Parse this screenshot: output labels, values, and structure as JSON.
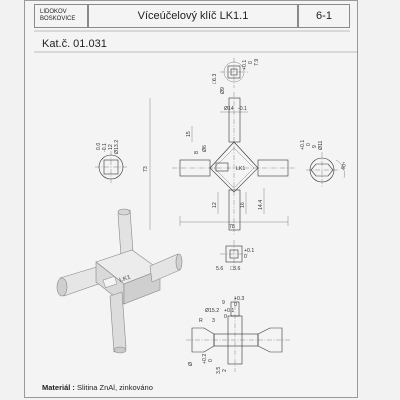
{
  "header": {
    "company_line1": "LIDOKOV",
    "company_line2": "BOSKOVICE",
    "title": "Víceúčelový klíč LK1.1",
    "sheet_code": "6-1"
  },
  "catalog": "Kat.č. 01.031",
  "material": {
    "label": "Materiál :",
    "value": "Slitina ZnAl, zinkováno"
  },
  "dimensions": {
    "top_square_tol_a": "+0.1",
    "top_square_tol_b": "0",
    "top_square_size": "□6.3",
    "top_square_alt": "7.9",
    "top_dia": "Ø9",
    "top_dia_tol": "+0.1",
    "top_dia_tol2": "0",
    "main_d14": "Ø14",
    "main_d14_tol": "-0.1",
    "main_d6": "Ø6",
    "dim_15": "15",
    "dim_8": "8",
    "dim_73": "73",
    "dim_12": "12",
    "dim_16": "16",
    "dim_78": "78",
    "dim_14_4": "14.4",
    "left_tol_a": "0.0",
    "left_tol_b": "-0.1",
    "left_size": "12",
    "left_alt": "Ø13.2",
    "right_tol_a": "+0.1",
    "right_tol_b": "0",
    "right_9": "9",
    "right_11": "Ø11",
    "right_angle": "60°",
    "bottom_sq_a": "+0.1",
    "bottom_sq_b": "0",
    "bottom_sq": "□3.6",
    "bottom_sq_alt": "5.6",
    "side_tol_a": "+0.3",
    "side_tol_b": "0",
    "side_9": "9",
    "side_r": "R",
    "side_tol_c": "+0.1",
    "side_tol_d": "0",
    "side_152": "Ø15.2",
    "side_3": "3",
    "side_dia": "Ø",
    "side_tol_e": "+0.2",
    "side_tol_f": "0",
    "side_35": "3.5",
    "side_2": "2"
  },
  "product_marking": "LK1"
}
